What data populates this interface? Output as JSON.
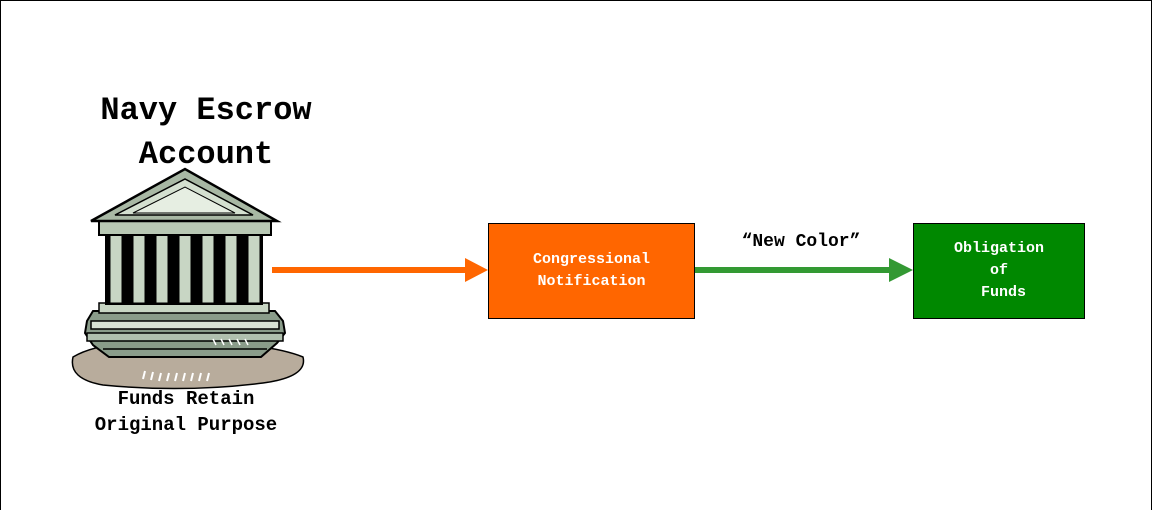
{
  "diagram": {
    "title_lines": [
      "Navy Escrow",
      "Account"
    ],
    "caption_lines": [
      "Funds Retain",
      "Original Purpose"
    ],
    "nodes": {
      "congressional_notification": {
        "lines": [
          "Congressional",
          "Notification"
        ],
        "color": "#ff6600"
      },
      "obligation_of_funds": {
        "lines": [
          "Obligation",
          "of",
          " Funds"
        ],
        "color": "#008800"
      }
    },
    "edges": {
      "escrow_to_notification": {
        "color": "#ff6600",
        "label": ""
      },
      "notification_to_obligation": {
        "color": "#339933",
        "label": "“New Color”"
      }
    },
    "icons": {
      "bank": "bank-building-icon"
    }
  }
}
